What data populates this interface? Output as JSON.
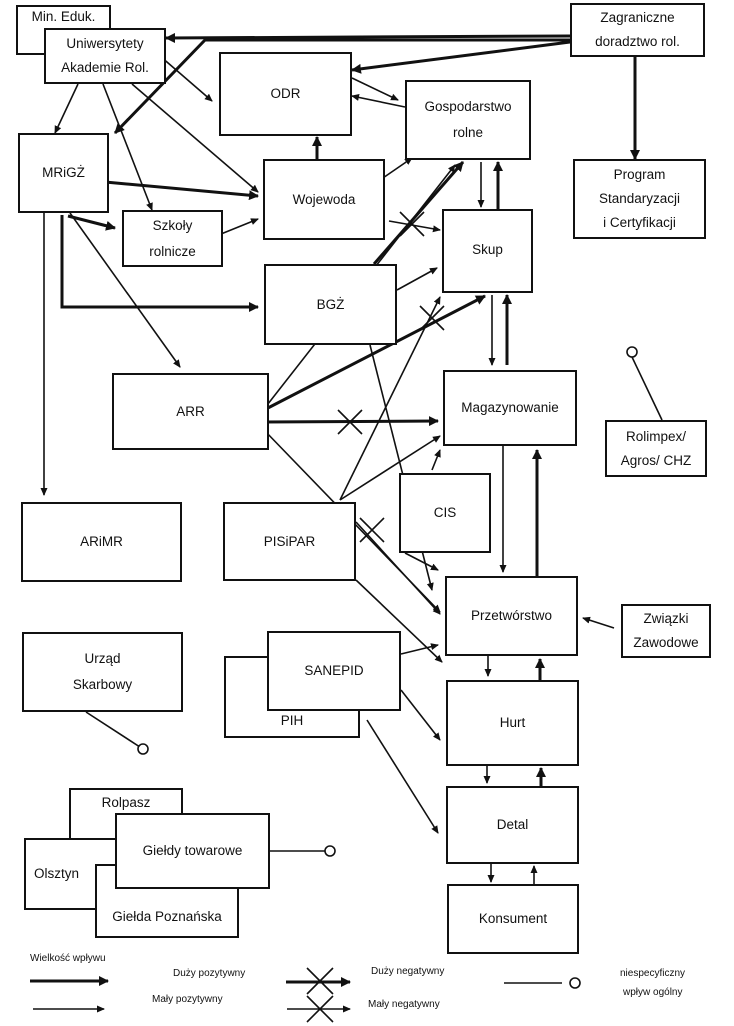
{
  "diagram": {
    "nodes": {
      "min_eduk": [
        "Min. Eduk."
      ],
      "uniwersytety": [
        "Uniwersytety",
        "Akademie Rol."
      ],
      "zagraniczne": [
        "Zagraniczne",
        "doradztwo rol."
      ],
      "odr": [
        "ODR"
      ],
      "gospodarstwo": [
        "Gospodarstwo",
        "rolne"
      ],
      "mrigz": [
        "MRiGŻ"
      ],
      "wojewoda": [
        "Wojewoda"
      ],
      "szkoly": [
        "Szkoły",
        "rolnicze"
      ],
      "program": [
        "Program",
        "Standaryzacji",
        "i Certyfikacji"
      ],
      "skup": [
        "Skup"
      ],
      "bgz": [
        "BGŻ"
      ],
      "arr": [
        "ARR"
      ],
      "magazynowanie": [
        "Magazynowanie"
      ],
      "rolimpex": [
        "Rolimpex/",
        "Agros/ CHZ"
      ],
      "cis": [
        "CIS"
      ],
      "arimr": [
        "ARiMR"
      ],
      "pisipar": [
        "PISiPAR"
      ],
      "przetworstwo": [
        "Przetwórstwo"
      ],
      "zwiazki": [
        "Związki",
        "Zawodowe"
      ],
      "urzad": [
        "Urząd",
        "Skarbowy"
      ],
      "sanepid": [
        "SANEPID"
      ],
      "pih": [
        "PIH"
      ],
      "hurt": [
        "Hurt"
      ],
      "rolpasz": [
        "Rolpasz"
      ],
      "gieldy": [
        "Giełdy towarowe"
      ],
      "olsztyn": [
        "Olsztyn"
      ],
      "gielda_poznanska": [
        "Giełda Poznańska"
      ],
      "detal": [
        "Detal"
      ],
      "konsument": [
        "Konsument"
      ]
    },
    "legend": {
      "title": "Wielkość wpływu",
      "large_positive": "Duży pozytywny",
      "small_positive": "Mały pozytywny",
      "large_negative": "Duży negatywny",
      "small_negative": "Mały negatywny",
      "nonspecific_line1": "niespecyficzny",
      "nonspecific_line2": "wpływ ogólny"
    },
    "edges": [
      {
        "from": "zagraniczne",
        "to": "uniwersytety",
        "type": "large_positive"
      },
      {
        "from": "zagraniczne",
        "to": "mrigz",
        "type": "large_positive"
      },
      {
        "from": "zagraniczne",
        "to": "program",
        "type": "large_positive"
      },
      {
        "from": "zagraniczne",
        "to": "odr",
        "type": "large_positive"
      },
      {
        "from": "uniwersytety",
        "to": "odr",
        "type": "small_positive"
      },
      {
        "from": "uniwersytety",
        "to": "mrigz",
        "type": "small_positive"
      },
      {
        "from": "uniwersytety",
        "to": "szkoly",
        "type": "small_positive"
      },
      {
        "from": "uniwersytety",
        "to": "wojewoda",
        "type": "small_positive"
      },
      {
        "from": "odr",
        "to": "gospodarstwo",
        "type": "small_positive"
      },
      {
        "from": "gospodarstwo",
        "to": "odr",
        "type": "small_positive"
      },
      {
        "from": "wojewoda",
        "to": "odr",
        "type": "large_positive"
      },
      {
        "from": "mrigz",
        "to": "wojewoda",
        "type": "large_positive"
      },
      {
        "from": "mrigz",
        "to": "szkoly",
        "type": "large_positive"
      },
      {
        "from": "mrigz",
        "to": "bgz",
        "type": "large_positive"
      },
      {
        "from": "mrigz",
        "to": "arr",
        "type": "small_positive"
      },
      {
        "from": "mrigz",
        "to": "arimr",
        "type": "small_positive"
      },
      {
        "from": "szkoly",
        "to": "wojewoda",
        "type": "small_positive"
      },
      {
        "from": "wojewoda",
        "to": "gospodarstwo",
        "type": "small_positive"
      },
      {
        "from": "wojewoda",
        "to": "skup",
        "type": "small_negative"
      },
      {
        "from": "bgz",
        "to": "gospodarstwo",
        "type": "large_positive"
      },
      {
        "from": "bgz",
        "to": "skup",
        "type": "small_positive"
      },
      {
        "from": "gospodarstwo",
        "to": "skup",
        "type": "small_positive"
      },
      {
        "from": "skup",
        "to": "gospodarstwo",
        "type": "large_positive"
      },
      {
        "from": "skup",
        "to": "magazynowanie",
        "type": "small_positive"
      },
      {
        "from": "magazynowanie",
        "to": "skup",
        "type": "large_positive"
      },
      {
        "from": "arr",
        "to": "gospodarstwo",
        "type": "small_positive"
      },
      {
        "from": "arr",
        "to": "skup",
        "type": "large_negative"
      },
      {
        "from": "arr",
        "to": "magazynowanie",
        "type": "large_negative"
      },
      {
        "from": "arr",
        "to": "przetworstwo",
        "type": "small_positive"
      },
      {
        "from": "pisipar",
        "to": "skup",
        "type": "small_positive"
      },
      {
        "from": "pisipar",
        "to": "magazynowanie",
        "type": "small_positive"
      },
      {
        "from": "pisipar",
        "to": "przetworstwo",
        "type": "small_negative"
      },
      {
        "from": "pisipar",
        "to": "hurt",
        "type": "small_positive"
      },
      {
        "from": "bgz",
        "to": "przetworstwo",
        "type": "small_positive"
      },
      {
        "from": "cis",
        "to": "przetworstwo",
        "type": "small_positive"
      },
      {
        "from": "cis",
        "to": "magazynowanie",
        "type": "small_positive"
      },
      {
        "from": "magazynowanie",
        "to": "przetworstwo",
        "type": "small_positive"
      },
      {
        "from": "przetworstwo",
        "to": "magazynowanie",
        "type": "large_positive"
      },
      {
        "from": "zwiazki",
        "to": "przetworstwo",
        "type": "small_positive"
      },
      {
        "from": "sanepid",
        "to": "przetworstwo",
        "type": "small_positive"
      },
      {
        "from": "sanepid",
        "to": "hurt",
        "type": "small_positive"
      },
      {
        "from": "sanepid",
        "to": "detal",
        "type": "small_positive"
      },
      {
        "from": "przetworstwo",
        "to": "hurt",
        "type": "small_positive"
      },
      {
        "from": "hurt",
        "to": "przetworstwo",
        "type": "large_positive"
      },
      {
        "from": "hurt",
        "to": "detal",
        "type": "small_positive"
      },
      {
        "from": "detal",
        "to": "hurt",
        "type": "large_positive"
      },
      {
        "from": "detal",
        "to": "konsument",
        "type": "small_positive"
      },
      {
        "from": "konsument",
        "to": "detal",
        "type": "small_positive"
      },
      {
        "from": "rolimpex",
        "to": "",
        "type": "nonspecific"
      },
      {
        "from": "urzad",
        "to": "",
        "type": "nonspecific"
      },
      {
        "from": "gieldy",
        "to": "",
        "type": "nonspecific"
      }
    ]
  }
}
